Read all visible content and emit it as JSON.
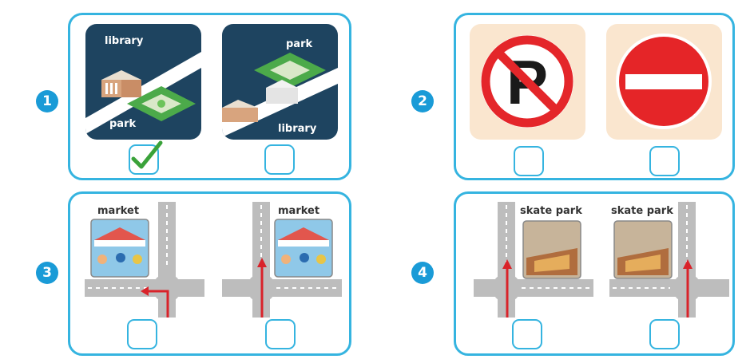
{
  "questions": [
    {
      "number": "1",
      "options": [
        {
          "labels": [
            "library",
            "park"
          ],
          "checked": true
        },
        {
          "labels": [
            "park",
            "library"
          ],
          "checked": false
        }
      ]
    },
    {
      "number": "2",
      "options": [
        {
          "sign": "no-parking-sign",
          "checked": false
        },
        {
          "sign": "no-entry-sign",
          "checked": false
        }
      ]
    },
    {
      "number": "3",
      "options": [
        {
          "label": "market",
          "route": "turn left",
          "checked": false
        },
        {
          "label": "market",
          "route": "go straight",
          "checked": false
        }
      ]
    },
    {
      "number": "4",
      "options": [
        {
          "label": "skate park",
          "route": "go straight",
          "checked": false
        },
        {
          "label": "skate park",
          "route": "go straight",
          "checked": false
        }
      ]
    }
  ],
  "colors": {
    "accent": "#35b4e0",
    "number_bg": "#1a9bd7",
    "tile_navy": "#1e4460",
    "check": "#3aa23a"
  }
}
